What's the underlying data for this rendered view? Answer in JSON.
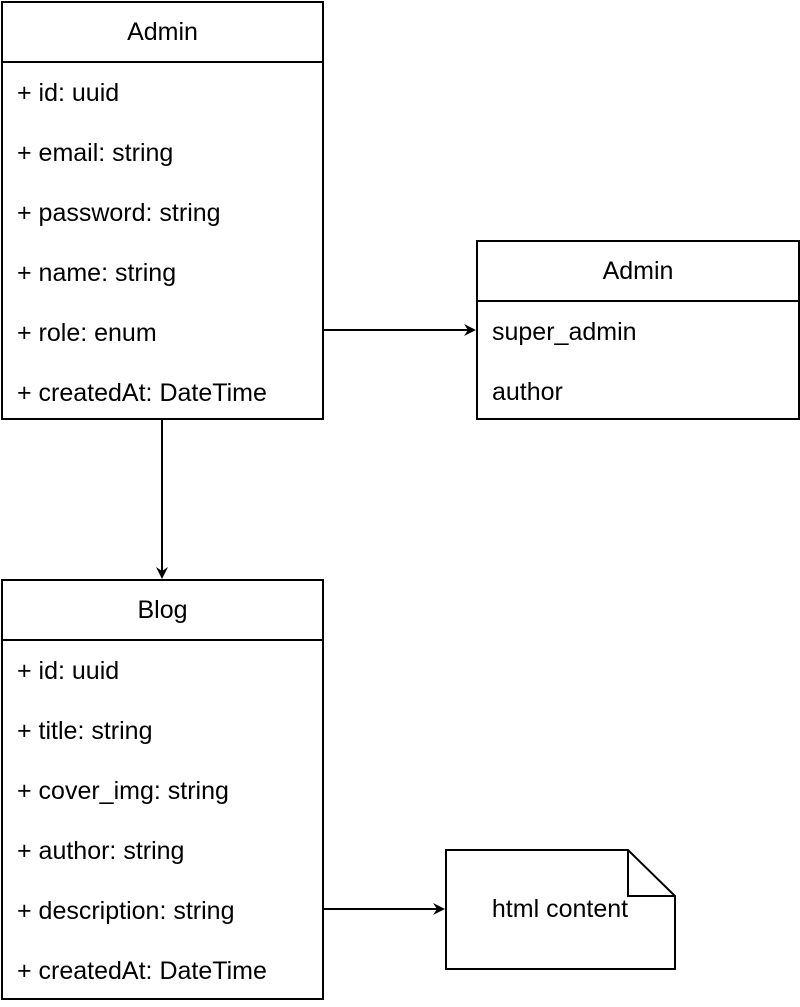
{
  "admin_class": {
    "title": "Admin",
    "attributes": [
      "+ id: uuid",
      "+ email: string",
      "+ password: string",
      "+ name: string",
      "+ role: enum",
      "+ createdAt: DateTime"
    ]
  },
  "role_enum": {
    "title": "Admin",
    "values": [
      "super_admin",
      "author"
    ]
  },
  "blog_class": {
    "title": "Blog",
    "attributes": [
      "+ id: uuid",
      "+ title: string",
      "+ cover_img: string",
      "+ author: string",
      "+ description: string",
      "+ createdAt: DateTime"
    ]
  },
  "note": {
    "text": "html content"
  }
}
